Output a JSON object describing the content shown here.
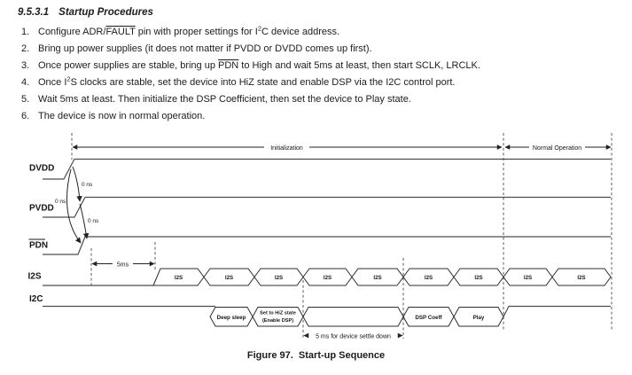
{
  "section": {
    "number": "9.5.3.1",
    "title": "Startup Procedures",
    "steps": [
      {
        "num": "1.",
        "segments": [
          {
            "t": "Configure ADR/"
          },
          {
            "t": "FAULT",
            "over": true
          },
          {
            "t": " pin with proper settings for I"
          },
          {
            "t": "2",
            "sup": true
          },
          {
            "t": "C device address."
          }
        ]
      },
      {
        "num": "2.",
        "segments": [
          {
            "t": "Bring up power supplies (it does not matter if PVDD or DVDD comes up first)."
          }
        ]
      },
      {
        "num": "3.",
        "segments": [
          {
            "t": "Once power supplies are stable, bring up "
          },
          {
            "t": "PDN",
            "over": true
          },
          {
            "t": " to High and wait 5ms at least, then start SCLK, LRCLK."
          }
        ]
      },
      {
        "num": "4.",
        "segments": [
          {
            "t": "Once I"
          },
          {
            "t": "2",
            "sup": true
          },
          {
            "t": "S clocks are stable, set the device into HiZ state and enable DSP via the I2C control port."
          }
        ]
      },
      {
        "num": "5.",
        "segments": [
          {
            "t": "Wait 5ms at least. Then initialize the DSP Coefficient, then set the device to Play state."
          }
        ]
      },
      {
        "num": "6.",
        "segments": [
          {
            "t": "The device is now in normal operation."
          }
        ]
      }
    ]
  },
  "figure": {
    "caption": "Figure 97.  Start-up Sequence",
    "phase_labels": {
      "initialization": "Initialization",
      "normal_operation": "Normal Operation"
    },
    "signal_labels": {
      "dvdd": "DVDD",
      "pvdd": "PVDD",
      "pdn": "PDN",
      "i2s": "I2S",
      "i2c": "I2C"
    },
    "annotations": {
      "zero_ns_1": "0 ns",
      "zero_ns_2": "0 ns",
      "zero_ns_3": "0 ns",
      "five_ms": "5ms",
      "settle_down": "5 ms for device settle down"
    },
    "i2s_bus_cells": [
      "I2S",
      "I2S",
      "I2S",
      "I2S",
      "I2S",
      "I2S",
      "I2S",
      "I2S",
      "I2S"
    ],
    "i2c_bus_cells": {
      "deep_sleep": "Deep sleep",
      "hiz_line1": "Set to HiZ state",
      "hiz_line2": "(Enable DSP)",
      "dsp_coeff": "DSP Coeff",
      "play": "Play"
    }
  }
}
